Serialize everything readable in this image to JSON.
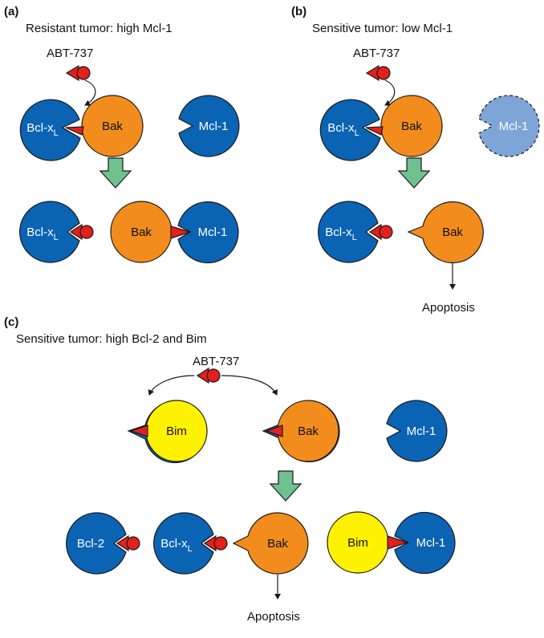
{
  "colors": {
    "bcl": "#0b63b3",
    "mcl_low": "#7ea5d8",
    "bak": "#f28c1c",
    "bim": "#fff200",
    "abt": "#e3201c",
    "arrow": "#6fc190",
    "outline": "#1a1a1a"
  },
  "icons": [
    "abt737-drug-icon",
    "transition-arrow-icon"
  ],
  "panels": {
    "a": {
      "letter": "(a)",
      "title": "Resistant tumor: high Mcl-1",
      "drug": "ABT-737",
      "bcl_xl": "Bcl-x",
      "bcl_xl_sub": "L",
      "bak": "Bak",
      "mcl1": "Mcl-1"
    },
    "b": {
      "letter": "(b)",
      "title": "Sensitive tumor: low Mcl-1",
      "drug": "ABT-737",
      "bcl_xl": "Bcl-x",
      "bcl_xl_sub": "L",
      "bak": "Bak",
      "mcl1": "Mcl-1",
      "outcome": "Apoptosis"
    },
    "c": {
      "letter": "(c)",
      "title": "Sensitive tumor: high Bcl-2 and Bim",
      "drug": "ABT-737",
      "bcl2": "Bcl-2",
      "bim": "Bim",
      "bcl_xl": "Bcl-x",
      "bcl_xl_sub": "L",
      "bak": "Bak",
      "mcl1": "Mcl-1",
      "outcome": "Apoptosis"
    }
  }
}
